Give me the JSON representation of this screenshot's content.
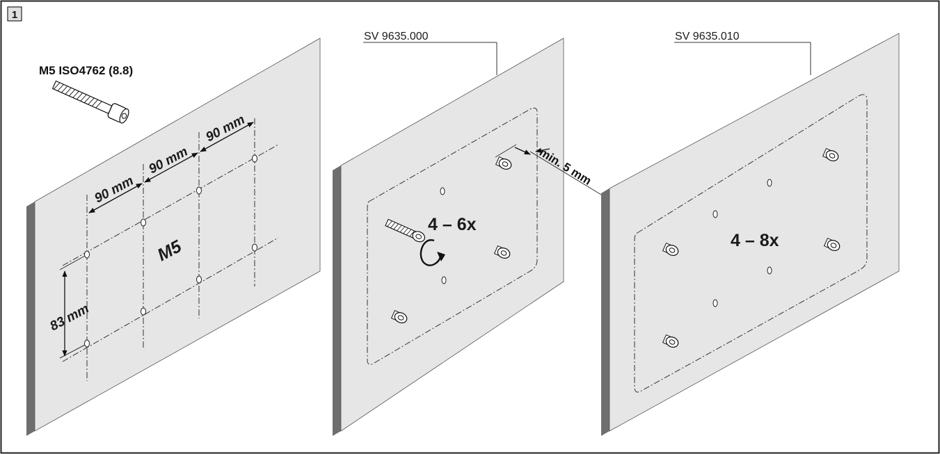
{
  "figure_number": "1",
  "screw_spec": "M5 ISO4762 (8.8)",
  "panel_left": {
    "dim_horizontal_1": "90 mm",
    "dim_horizontal_2": "90 mm",
    "dim_horizontal_3": "90 mm",
    "dim_vertical": "83 mm",
    "thread_label": "M5"
  },
  "panel_middle": {
    "part_number": "SV 9635.000",
    "quantity": "4 – 6x",
    "min_distance": "min. 5 mm"
  },
  "panel_right": {
    "part_number": "SV 9635.010",
    "quantity": "4 – 8x"
  },
  "colors": {
    "panel_face": "#e6e6e6",
    "panel_edge": "#6e6e6e",
    "panel_top": "#5a5a5a",
    "frame": "#222222"
  }
}
